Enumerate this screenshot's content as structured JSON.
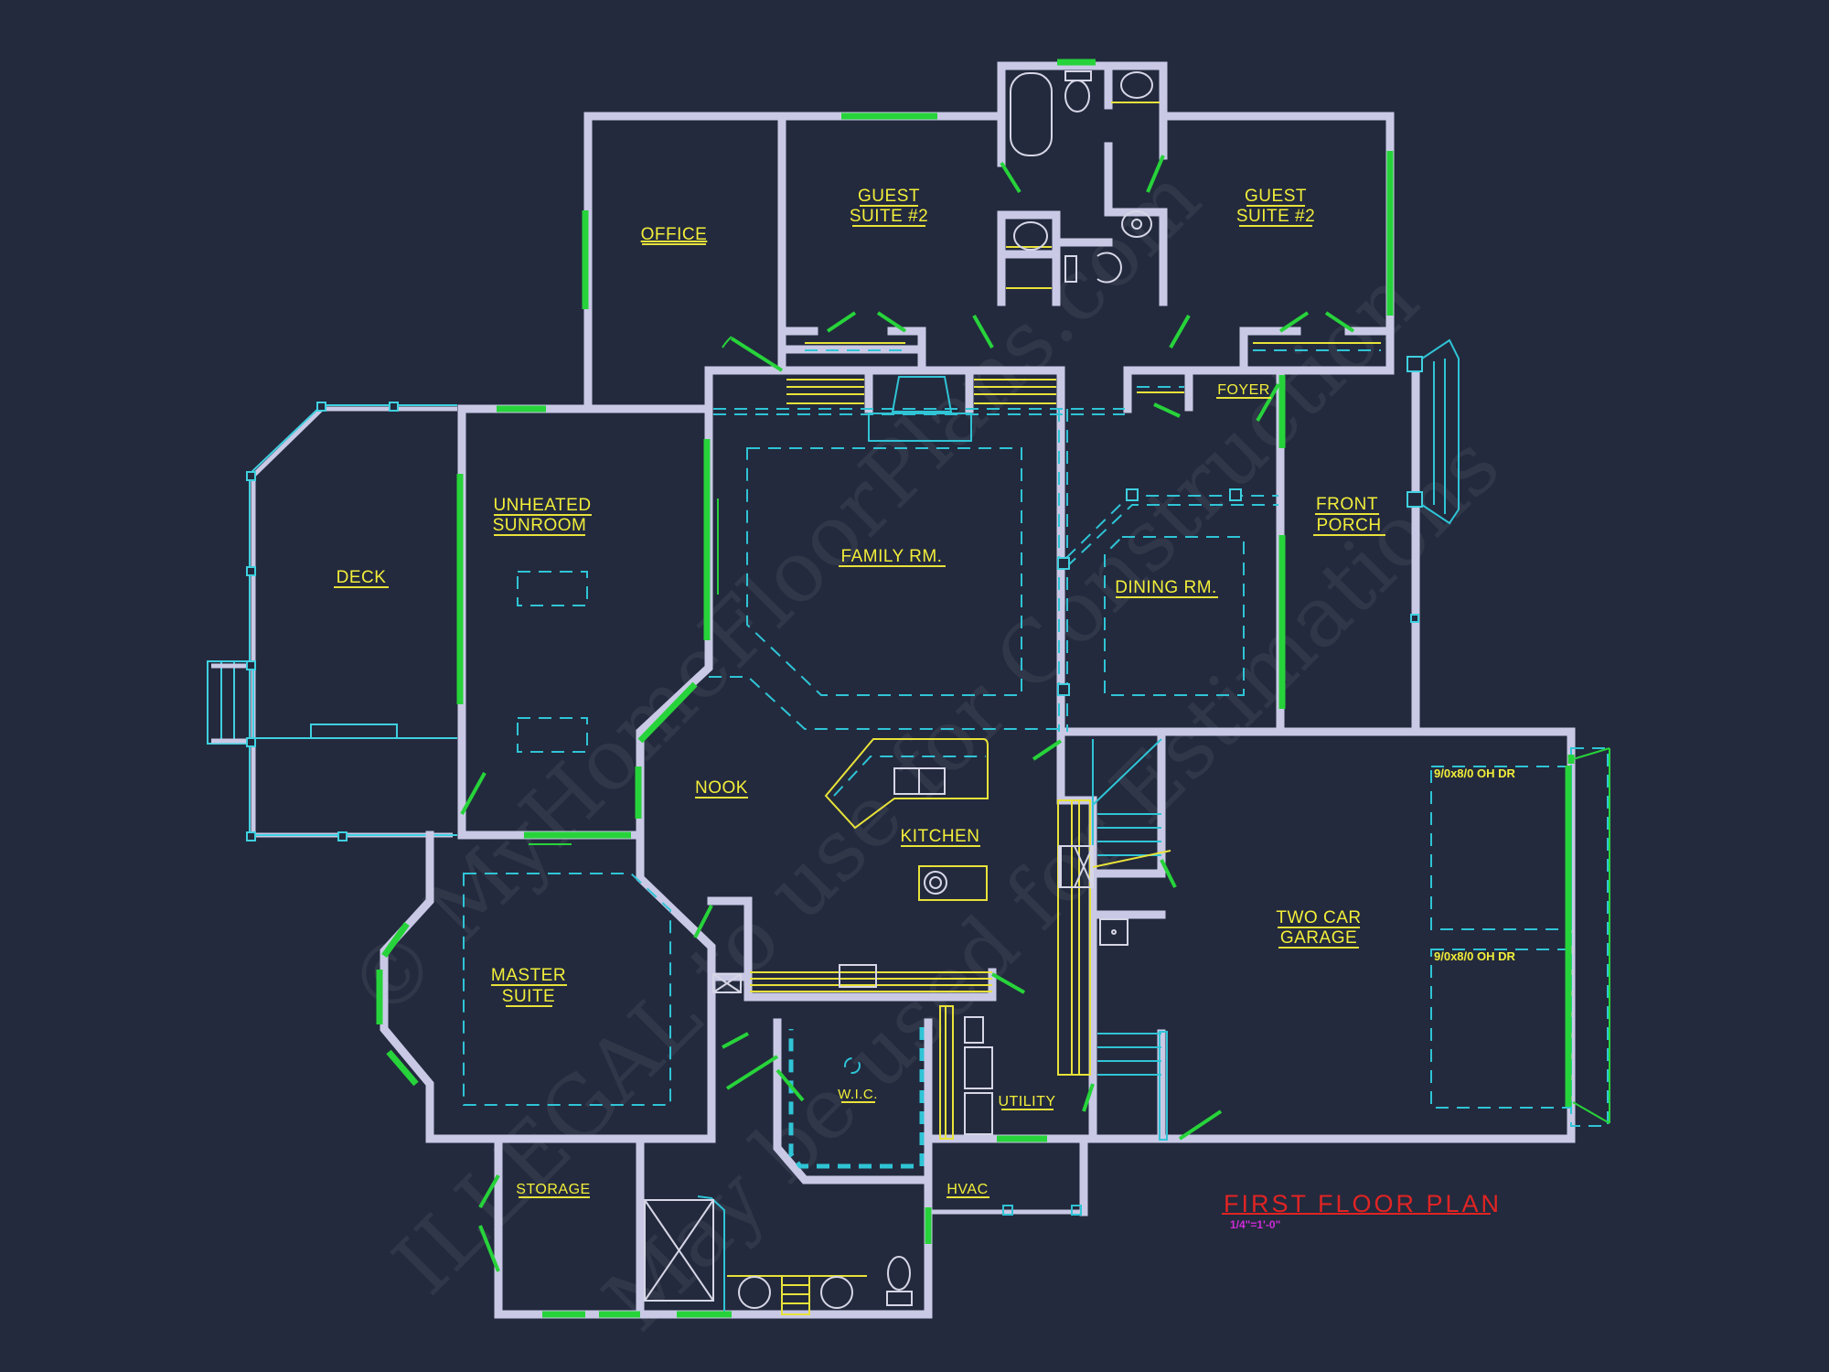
{
  "drawing": {
    "title": "FIRST FLOOR PLAN",
    "scale": "1/4\"=1'-0\"",
    "colors": {
      "background": "#232a3d",
      "walls": "#c9c9e6",
      "labels": "#f2ee3a",
      "windows_doors": "#27d33a",
      "hidden_lines": "#2fc4d6",
      "title": "#e02424",
      "scale": "#d02ad8"
    }
  },
  "rooms": {
    "office": "OFFICE",
    "guest_suite_left_line1": "GUEST",
    "guest_suite_left_line2": "SUITE #2",
    "guest_suite_right_line1": "GUEST",
    "guest_suite_right_line2": "SUITE #2",
    "deck": "DECK",
    "sunroom_line1": "UNHEATED",
    "sunroom_line2": "SUNROOM",
    "family": "FAMILY RM.",
    "dining": "DINING RM.",
    "foyer": "FOYER",
    "front_porch_line1": "FRONT",
    "front_porch_line2": "PORCH",
    "nook": "NOOK",
    "kitchen": "KITCHEN",
    "master_line1": "MASTER",
    "master_line2": "SUITE",
    "wic": "W.I.C.",
    "utility": "UTILITY",
    "storage": "STORAGE",
    "hvac": "HVAC",
    "garage_line1": "TWO CAR",
    "garage_line2": "GARAGE"
  },
  "garage_doors": [
    {
      "label": "9/0x8/0 OH DR"
    },
    {
      "label": "9/0x8/0 OH DR"
    }
  ],
  "watermark": {
    "line1": "© MyHomeFloorPlans.com",
    "line2": "ILLEGAL to use for Construction",
    "line3": "May be used for Estimations"
  }
}
